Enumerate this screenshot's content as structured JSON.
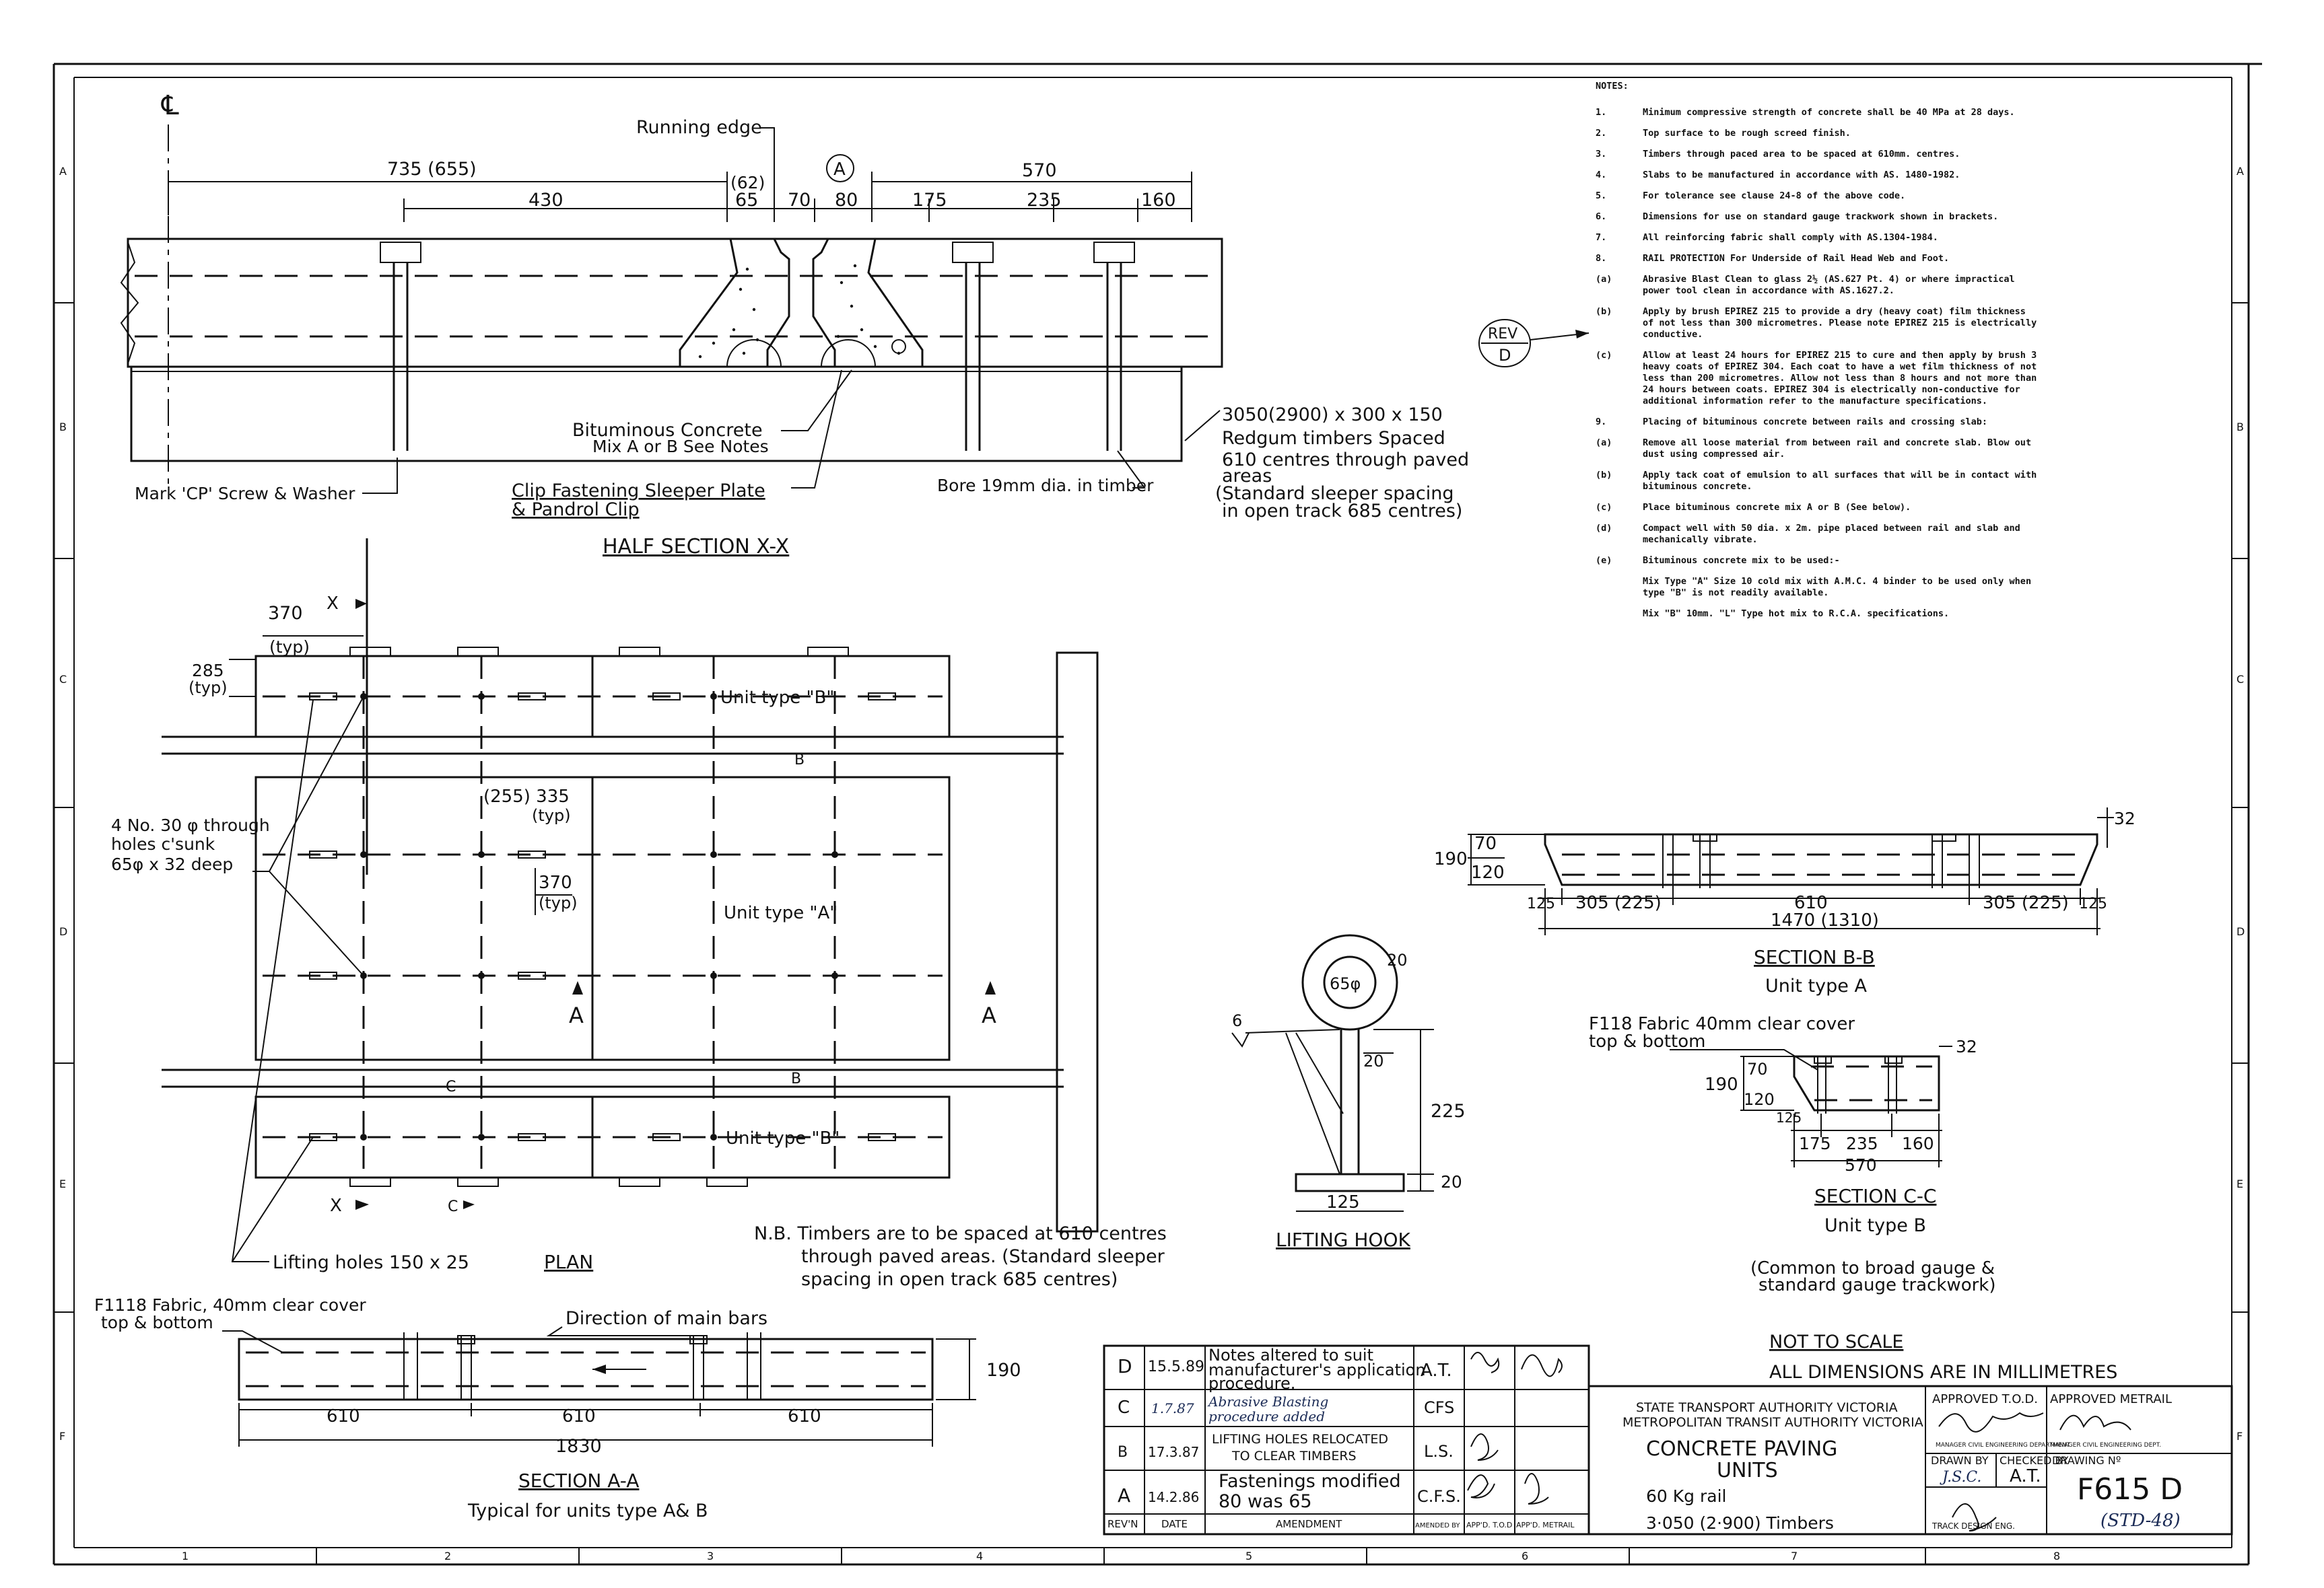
{
  "drawing": {
    "half_section": {
      "title": "HALF SECTION X-X",
      "centreline_mark": "℄",
      "running_edge": "Running edge",
      "circle_mark": "A",
      "dims": [
        "735 (655)",
        "430",
        "(62)",
        "65",
        "70",
        "80",
        "570",
        "175",
        "235",
        "160"
      ],
      "bituminous_concrete": "Bituminous Concrete",
      "mix_note": "Mix A or B See Notes",
      "mark_cp": "Mark 'CP' Screw & Washer",
      "clip_fastening": "Clip Fastening Sleeper Plate",
      "pandrol_clip": "& Pandrol Clip",
      "bore": "Bore 19mm dia. in timber",
      "timbers": [
        "3050(2900) x 300 x 150",
        "Redgum timbers Spaced",
        "610 centres through paved",
        "areas",
        "(Standard sleeper spacing",
        "in open track 685 centres)"
      ]
    },
    "rev_tag": {
      "top": "REV",
      "bottom": "D"
    },
    "plan": {
      "title": "PLAN",
      "dims": [
        "370",
        "(typ)",
        "285",
        "(typ)",
        "(255) 335",
        "(typ)",
        "370",
        "(typ)"
      ],
      "cut_marks": [
        "X",
        "X",
        "B",
        "B",
        "C",
        "C",
        "A",
        "A"
      ],
      "unit_b_top": "Unit type \"B\"",
      "unit_a": "Unit type \"A\"",
      "unit_b_bottom": "Unit type \"B\"",
      "holes_note": [
        "4 No. 30 φ through",
        "holes c'sunk",
        "65φ x 32 deep"
      ],
      "lifting_holes": "Lifting holes 150 x 25",
      "nb_note": [
        "N.B.  Timbers   are to be spaced at 610 centres",
        "through paved areas. (Standard sleeper",
        "spacing in open track 685 centres)"
      ]
    },
    "section_aa": {
      "title": "SECTION A-A",
      "subtitle": "Typical for units type A& B",
      "fabric": [
        "F1118  Fabric, 40mm clear cover",
        "top & bottom"
      ],
      "direction": "Direction of main bars",
      "dims": [
        "190",
        "610",
        "610",
        "610",
        "1830"
      ]
    },
    "lifting_hook": {
      "title": "LIFTING HOOK",
      "dims": [
        "65φ",
        "20",
        "6",
        "20",
        "225",
        "20",
        "125"
      ]
    },
    "section_bb": {
      "title": "SECTION B-B",
      "subtitle": "Unit type A",
      "dims": [
        "32",
        "190",
        "70",
        "120",
        "125",
        "305 (225)",
        "610",
        "305 (225)",
        "125",
        "1470 (1310)"
      ]
    },
    "section_cc": {
      "title": "SECTION C-C",
      "subtitle": "Unit type B",
      "fabric": [
        "F118 Fabric 40mm clear cover",
        "top & bottom"
      ],
      "dims": [
        "32",
        "190",
        "70",
        "120",
        "125",
        "175",
        "235",
        "160",
        "570"
      ],
      "gauge_note": [
        "(Common to broad gauge &",
        "standard gauge trackwork)"
      ]
    },
    "not_to_scale": "NOT TO SCALE",
    "all_dims": "ALL DIMENSIONS ARE IN MILLIMETRES"
  },
  "notes": {
    "heading": "NOTES:",
    "items": [
      {
        "n": "1.",
        "t": "Minimum compressive strength of concrete shall be 40 MPa at 28 days."
      },
      {
        "n": "2.",
        "t": "Top surface to be rough screed finish."
      },
      {
        "n": "3.",
        "t": "Timbers through paced area to be spaced at 610mm. centres."
      },
      {
        "n": "4.",
        "t": "Slabs to be manufactured in accordance with AS. 1480-1982."
      },
      {
        "n": "5.",
        "t": "For tolerance see clause 24-8 of the above code."
      },
      {
        "n": "6.",
        "t": "Dimensions for use on standard gauge trackwork shown in brackets."
      },
      {
        "n": "7.",
        "t": "All reinforcing fabric shall comply with AS.1304-1984."
      },
      {
        "n": "8.",
        "t": "RAIL PROTECTION  For Underside of Rail Head Web and Foot."
      },
      {
        "n": "(a)",
        "t": "Abrasive Blast Clean to glass 2½  (AS.627 Pt. 4) or where impractical power tool clean in accordance with AS.1627.2."
      },
      {
        "n": "(b)",
        "t": "Apply by brush EPIREZ 215 to provide a dry (heavy coat) film thickness of not less than 300 micrometres. Please note EPIREZ 215 is electrically conductive."
      },
      {
        "n": "(c)",
        "t": "Allow at least 24 hours for EPIREZ 215 to cure and then apply by brush 3 heavy coats of EPIREZ 304. Each coat to have a wet film thickness of not less than 200 micrometres. Allow not less than 8 hours and not more than 24 hours between coats. EPIREZ 304 is electrically non-conductive for additional information refer to the manufacture specifications."
      },
      {
        "n": "9.",
        "t": "Placing of bituminous concrete between rails and crossing slab:"
      },
      {
        "n": "(a)",
        "t": "Remove all loose material from between rail and concrete slab. Blow out dust using compressed air."
      },
      {
        "n": "(b)",
        "t": "Apply tack coat of emulsion to all surfaces that will be in contact with bituminous concrete."
      },
      {
        "n": "(c)",
        "t": "Place bituminous concrete mix A or B (See below)."
      },
      {
        "n": "(d)",
        "t": "Compact well with 50 dia. x 2m. pipe placed between rail and slab and mechanically vibrate."
      },
      {
        "n": "(e)",
        "t": "Bituminous concrete mix to be used:-"
      },
      {
        "n": "",
        "t": "Mix Type \"A\" Size 10 cold mix with A.M.C. 4 binder to be used only when type \"B\" is not readily available."
      },
      {
        "n": "",
        "t": "Mix \"B\" 10mm. \"L\" Type hot mix to R.C.A. specifications."
      }
    ]
  },
  "revisions": {
    "rows": [
      {
        "rev": "D",
        "date": "15.5.89",
        "amendment": [
          "Notes altered to suit",
          "manufacturer's application",
          "procedure."
        ],
        "by": "A.T."
      },
      {
        "rev": "C",
        "date": "1.7.87",
        "amendment": [
          "Abrasive Blasting",
          "procedure added"
        ],
        "by": "CFS"
      },
      {
        "rev": "B",
        "date": "17.3.87",
        "amendment": [
          "LIFTING HOLES RELOCATED",
          "TO CLEAR TIMBERS"
        ],
        "by": "L.S."
      },
      {
        "rev": "A",
        "date": "14.2.86",
        "amendment": [
          "Fastenings modified",
          "80 was 65"
        ],
        "by": "C.F.S."
      }
    ],
    "headers": {
      "rev": "REV'N",
      "date": "DATE",
      "amendment": "AMENDMENT",
      "by": "AMENDED BY",
      "tod": "APP'D. T.O.D",
      "metrail": "APP'D. METRAIL"
    }
  },
  "title_block": {
    "authority1": "STATE TRANSPORT AUTHORITY VICTORIA",
    "authority2": "METROPOLITAN TRANSIT AUTHORITY VICTORIA",
    "title1": "CONCRETE PAVING",
    "title2": "UNITS",
    "sub1": "60 Kg rail",
    "sub2": "3·050 (2·900) Timbers",
    "approved_tod": "APPROVED T.O.D.",
    "approved_metrail": "APPROVED METRAIL",
    "mgr_civil": "MANAGER CIVIL ENGINEERING DEPARTMENT",
    "mgr_civil2": "MANAGER CIVIL ENGINEERING DEPT.",
    "drawn_by": "DRAWN BY",
    "drawn_val": "J.S.C.",
    "checked_by": "CHECKED BY",
    "checked_val": "A.T.",
    "drawing_no": "DRAWING Nº",
    "number": "F615 D",
    "std": "(STD-48)",
    "design_eng": "TRACK DESIGN ENG."
  },
  "border": {
    "cols": [
      "1",
      "2",
      "3",
      "4",
      "5",
      "6",
      "7",
      "8"
    ],
    "rows": [
      "A",
      "B",
      "C",
      "D",
      "E",
      "F"
    ]
  }
}
